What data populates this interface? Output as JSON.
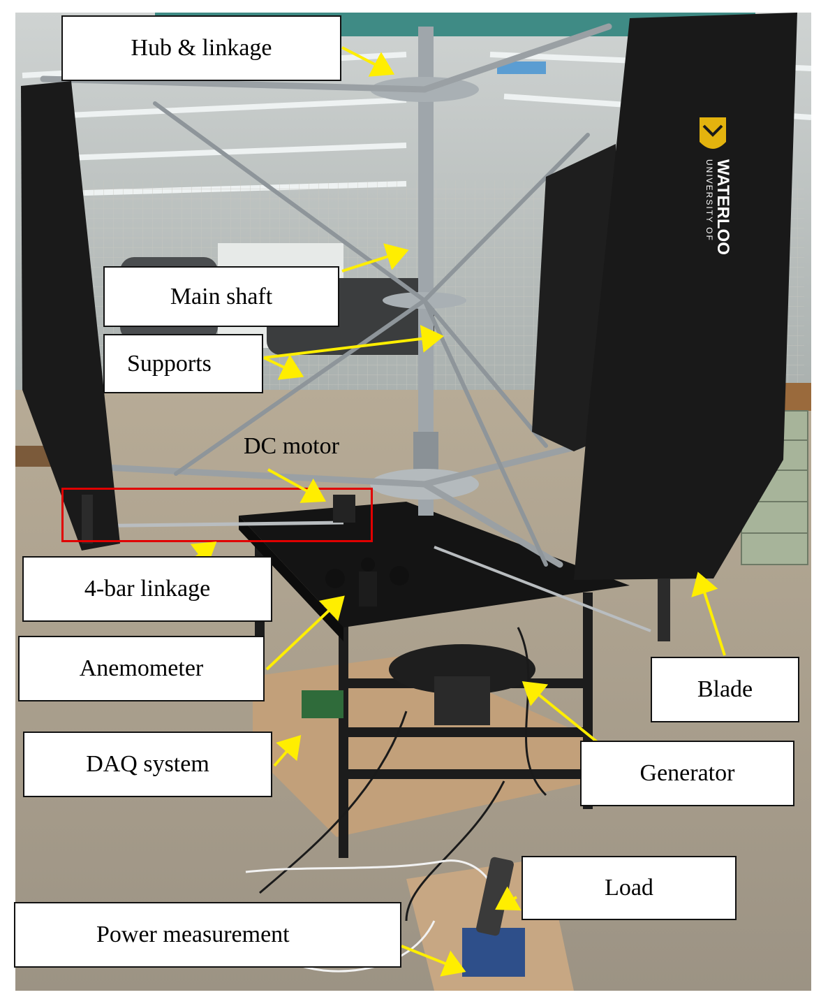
{
  "callouts": {
    "hub": "Hub & linkage",
    "shaft": "Main shaft",
    "supports": "Supports",
    "motor": "DC motor",
    "linkage4": "4-bar linkage",
    "anemometer": "Anemometer",
    "daq": "DAQ system",
    "blade": "Blade",
    "generator": "Generator",
    "load": "Load",
    "power": "Power measurement"
  },
  "blade_logo": {
    "line1": "UNIVERSITY OF",
    "line2": "WATERLOO"
  },
  "colors": {
    "arrow": "#ffee00",
    "highlight_box": "#e00000",
    "callout_border": "#111111",
    "blade": "#1b1b1b"
  }
}
